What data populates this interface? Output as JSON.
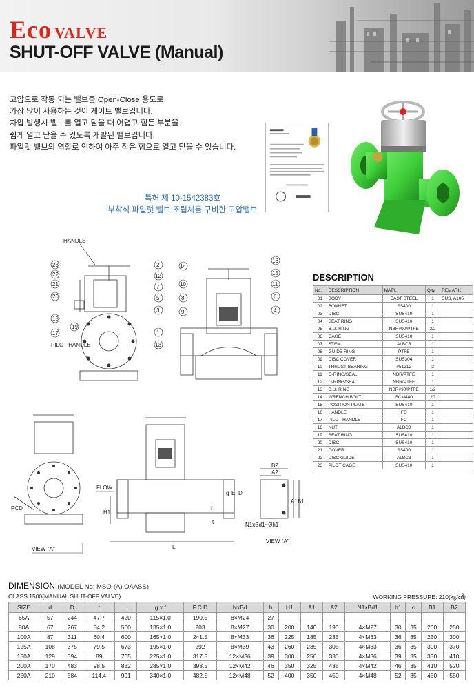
{
  "header": {
    "brand_eco": "Eco",
    "brand_valve": "VALVE",
    "title": "SHUT-OFF VALVE (Manual)"
  },
  "intro": {
    "lines": [
      "고압으로 작동 되는 밸브중 Open-Close 용도로",
      "가장 많이 사용하는 것이 게이트 밸브입니다.",
      "차압 발생시 밸브를 열고 닫을 때 어렵고 힘든 부분을",
      "쉽게 열고 닫을 수 있도록 개발된 밸브입니다.",
      "파일럿 밸브의 역할로 인하여 아주 작은 힘으로 열고 닫을 수 있습니다."
    ]
  },
  "patent": {
    "line1": "특허 제 10-1542383호",
    "line2": "부착식 파일럿 밸브 조립체를 구비한 고압밸브"
  },
  "drawing_labels": {
    "handle": "HANDLE",
    "pilot_handle": "PILOT HANDLE",
    "flow": "FLOW",
    "view_a_left": "VIEW \"A\"",
    "view_a_right": "VIEW \"A\"",
    "pcd": "PCD",
    "h1": "H1",
    "l": "L",
    "b2": "B2",
    "a2": "A2",
    "a1": "A1",
    "b1": "B1",
    "bolt": "N1xBd1~Øh1",
    "d": "D",
    "e": "E",
    "g": "g",
    "f": "f",
    "t": "t"
  },
  "balloons_front": [
    "23",
    "22",
    "21",
    "20",
    "18",
    "17",
    "19",
    "2",
    "12",
    "7",
    "5",
    "3"
  ],
  "balloons_section": [
    "14",
    "10",
    "8",
    "9",
    "1",
    "13",
    "16",
    "15",
    "11",
    "6",
    "4"
  ],
  "description": {
    "title": "DESCRIPTION",
    "headers": [
      "No.",
      "DESCRIPTION",
      "MAT'L",
      "Q'ty",
      "REMARK"
    ],
    "rows": [
      [
        "01",
        "BODY",
        "CAST STEEL",
        "1",
        "SUS, A105"
      ],
      [
        "02",
        "BONNET",
        "SS400",
        "1",
        ""
      ],
      [
        "03",
        "DISC",
        "SUS410",
        "1",
        ""
      ],
      [
        "04",
        "SEAT RING",
        "SUS410",
        "1",
        ""
      ],
      [
        "05",
        "B.U. RING",
        "NBR#90/PTFE",
        "2/2",
        ""
      ],
      [
        "06",
        "CAGE",
        "SUS410",
        "1",
        ""
      ],
      [
        "07",
        "STEM",
        "ALBC3",
        "1",
        ""
      ],
      [
        "08",
        "GUIDE RING",
        "PTFE",
        "1",
        ""
      ],
      [
        "09",
        "DISC COVER",
        "SUS304",
        "1",
        ""
      ],
      [
        "10",
        "THRUST BEARING",
        "#51212",
        "2",
        ""
      ],
      [
        "11",
        "O-RING/SEAL",
        "NBR/PTFE",
        "1",
        ""
      ],
      [
        "12",
        "O-RING/SEAL",
        "NBR/PTFE",
        "1",
        ""
      ],
      [
        "13",
        "B.U. RING",
        "NBR#90/PTFE",
        "1/2",
        ""
      ],
      [
        "14",
        "WRENCH BOLT",
        "SCM440",
        "20",
        ""
      ],
      [
        "15",
        "POSITION PLATE",
        "SUS410",
        "1",
        ""
      ],
      [
        "16",
        "HANDLE",
        "FC",
        "1",
        ""
      ],
      [
        "17",
        "PILOT HANDLE",
        "FC",
        "1",
        ""
      ],
      [
        "18",
        "NUT",
        "ALBC3",
        "1",
        ""
      ],
      [
        "19",
        "SEAT RING",
        "SUS410",
        "1",
        ""
      ],
      [
        "20",
        "DISC",
        "SUS410",
        "1",
        ""
      ],
      [
        "21",
        "COVER",
        "SS400",
        "1",
        ""
      ],
      [
        "22",
        "DISC GUIDE",
        "ALBC3",
        "1",
        ""
      ],
      [
        "23",
        "PILOT CAGE",
        "SUS410",
        "1",
        ""
      ]
    ]
  },
  "dimension": {
    "title": "DIMENSION",
    "model": "(MODEL No: MSO-(A) OAASS)",
    "class": "CLASS 1500(MANUAL SHUT-OFF VALVE)",
    "pressure": "WORKING PRESSURE: 210(㎏/㎠)",
    "headers": [
      "SIZE",
      "d",
      "D",
      "t",
      "L",
      "g x f",
      "P.C.D",
      "NxBd",
      "h",
      "H1",
      "A1",
      "A2",
      "N1xBd1",
      "h1",
      "c",
      "B1",
      "B2"
    ],
    "rows": [
      [
        "65A",
        "57",
        "244",
        "47.7",
        "420",
        "115×1.0",
        "190.5",
        "8×M24",
        "27",
        "",
        "",
        "",
        "",
        "",
        "",
        "",
        ""
      ],
      [
        "80A",
        "67",
        "267",
        "54.2",
        "500",
        "135×1.0",
        "203",
        "8×M27",
        "30",
        "200",
        "140",
        "190",
        "4×M27",
        "30",
        "35",
        "200",
        "250"
      ],
      [
        "100A",
        "87",
        "311",
        "60.4",
        "600",
        "165×1.0",
        "241.5",
        "8×M33",
        "36",
        "225",
        "185",
        "235",
        "4×M33",
        "36",
        "35",
        "250",
        "300"
      ],
      [
        "125A",
        "108",
        "375",
        "79.5",
        "673",
        "195×1.0",
        "292",
        "8×M39",
        "43",
        "260",
        "235",
        "305",
        "4×M33",
        "36",
        "35",
        "300",
        "370"
      ],
      [
        "150A",
        "129",
        "394",
        "89",
        "705",
        "225×1.0",
        "317.5",
        "12×M36",
        "39",
        "300",
        "250",
        "330",
        "4×M36",
        "39",
        "35",
        "330",
        "410"
      ],
      [
        "200A",
        "170",
        "483",
        "98.5",
        "832",
        "285×1.0",
        "393.5",
        "12×M42",
        "46",
        "350",
        "325",
        "435",
        "4×M42",
        "46",
        "35",
        "410",
        "520"
      ],
      [
        "250A",
        "210",
        "584",
        "114.4",
        "991",
        "340×1.0",
        "482.5",
        "12×M48",
        "52",
        "400",
        "350",
        "450",
        "4×M48",
        "52",
        "35",
        "450",
        "550"
      ]
    ]
  },
  "colors": {
    "brand_red": "#e0261b",
    "patent_blue": "#2a6fb5",
    "valve_green": "#3fcf3a",
    "table_header_gray": "#d9d9d9"
  }
}
